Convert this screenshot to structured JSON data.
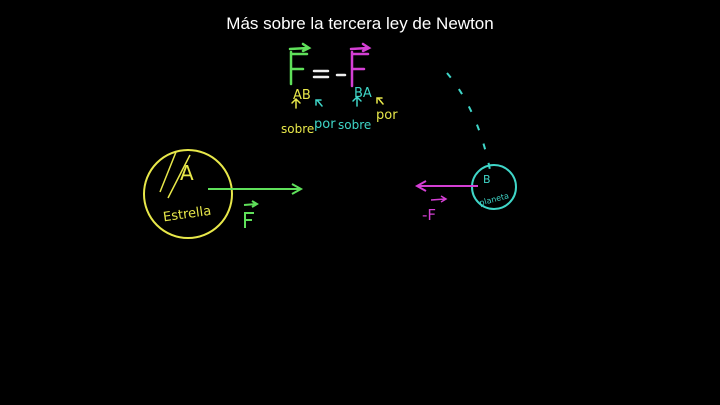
{
  "title": "Más sobre la tercera ley de Newton",
  "equation": {
    "lhs": "F",
    "equals": "=",
    "minus": "-",
    "rhs": "F",
    "lhs_sub": "AB",
    "rhs_sub": "BA",
    "annotations": [
      "sobre",
      "por",
      "sobre",
      "por"
    ]
  },
  "star": {
    "letter": "A",
    "label": "Estrella",
    "force": "F"
  },
  "planet": {
    "letter": "B",
    "label": "planeta",
    "force": "-F"
  },
  "colors": {
    "green": "#5fe05a",
    "magenta": "#d43fd4",
    "yellow": "#e8e84a",
    "cyan": "#3fd6c8"
  }
}
